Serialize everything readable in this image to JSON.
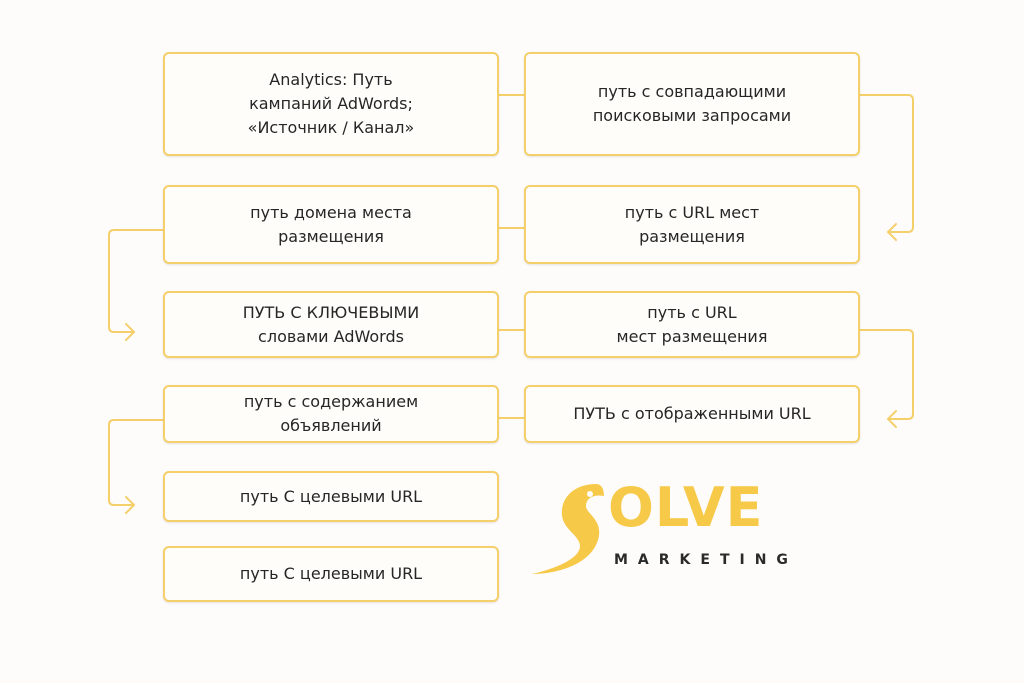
{
  "colors": {
    "accent": "#f5cf6a",
    "logo_yellow": "#f7c948",
    "text": "#262626"
  },
  "boxes": [
    {
      "id": "box-analytics-campaign",
      "text": "Analytics: Путь\nкампаний AdWords;\n«Источник / Канал»"
    },
    {
      "id": "box-matching-queries",
      "text": "путь с совпадающими\nпоисковыми запросами"
    },
    {
      "id": "box-placement-url-1",
      "text": "путь с URL мест\nразмещения"
    },
    {
      "id": "box-placement-domain",
      "text": "путь домена места\nразмещения"
    },
    {
      "id": "box-adwords-keywords",
      "text": "ПУТЬ С КЛЮЧЕВЫМИ\nсловами AdWords"
    },
    {
      "id": "box-placement-url-2",
      "text": "путь с URL\nмест размещения"
    },
    {
      "id": "box-display-url",
      "text": "ПУТЬ с отображенными URL"
    },
    {
      "id": "box-ad-content",
      "text": "путь с содержанием\nобъявлений"
    },
    {
      "id": "box-target-url-1",
      "text": "путь С целевыми URL"
    },
    {
      "id": "box-target-url-2",
      "text": "путь С целевыми URL"
    }
  ],
  "logo": {
    "icon": "bird-icon",
    "word": "OLVE",
    "sub": "MARKETING"
  }
}
